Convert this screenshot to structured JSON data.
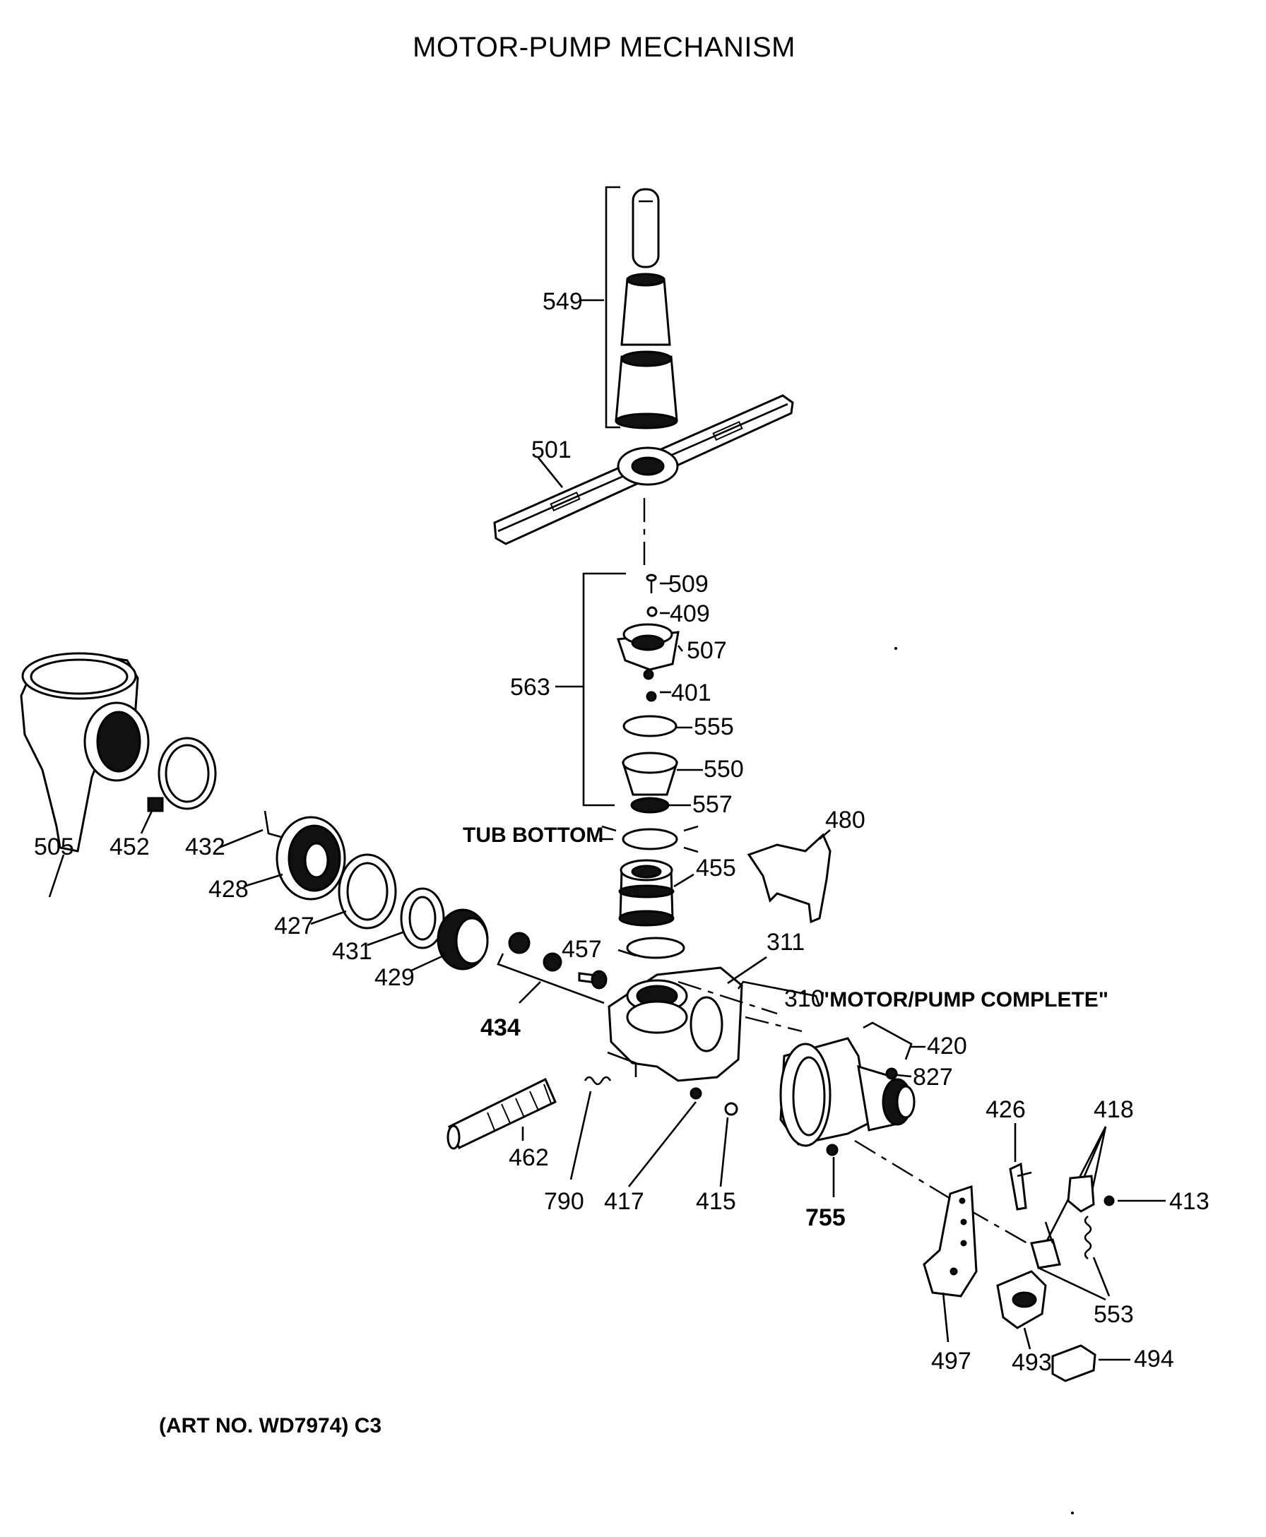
{
  "title": "MOTOR-PUMP MECHANISM",
  "footer": "(ART NO. WD7974) C3",
  "labels": {
    "p549": "549",
    "p501": "501",
    "p509": "509",
    "p409": "409",
    "p507": "507",
    "p563": "563",
    "p401": "401",
    "p555": "555",
    "p550": "550",
    "p557": "557",
    "tub_bottom": "TUB BOTTOM",
    "p480": "480",
    "p455": "455",
    "p505": "505",
    "p452": "452",
    "p432": "432",
    "p428": "428",
    "p427": "427",
    "p431": "431",
    "p429": "429",
    "p457": "457",
    "p311": "311",
    "p434": "434",
    "p310": "310",
    "motor_pump_complete": "\"MOTOR/PUMP COMPLETE\"",
    "p420": "420",
    "p827": "827",
    "p426": "426",
    "p418": "418",
    "p413": "413",
    "p462": "462",
    "p790": "790",
    "p417": "417",
    "p415": "415",
    "p755": "755",
    "p553": "553",
    "p497": "497",
    "p493": "493",
    "p494": "494"
  }
}
